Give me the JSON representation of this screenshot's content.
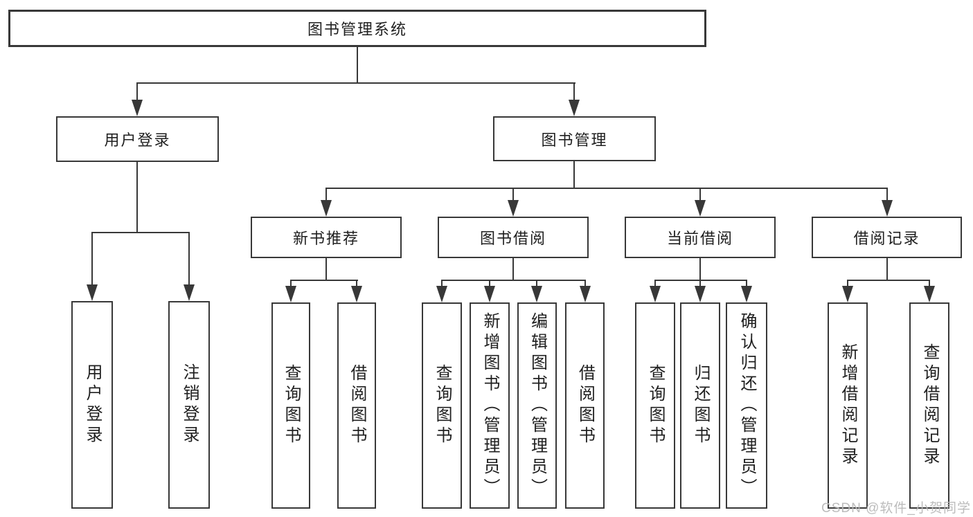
{
  "diagram": {
    "root": {
      "label": "图书管理系统"
    },
    "user_login": {
      "label": "用户登录",
      "children": [
        {
          "label": "用户登录"
        },
        {
          "label": "注销登录"
        }
      ]
    },
    "book_mgmt": {
      "label": "图书管理",
      "sections": [
        {
          "label": "新书推荐",
          "children": [
            {
              "label": "查询图书"
            },
            {
              "label": "借阅图书"
            }
          ]
        },
        {
          "label": "图书借阅",
          "children": [
            {
              "label": "查询图书"
            },
            {
              "label": "新增图书（管理员）"
            },
            {
              "label": "编辑图书（管理员）"
            },
            {
              "label": "借阅图书"
            }
          ]
        },
        {
          "label": "当前借阅",
          "children": [
            {
              "label": "查询图书"
            },
            {
              "label": "归还图书"
            },
            {
              "label": "确认归还（管理员）"
            }
          ]
        },
        {
          "label": "借阅记录",
          "children": [
            {
              "label": "新增借阅记录"
            },
            {
              "label": "查询借阅记录"
            }
          ]
        }
      ]
    },
    "watermark": "CSDN @软件_小贺同学",
    "colors": {
      "line": "#383838",
      "text": "#1f1f1f",
      "background": "#ffffff",
      "watermark": "#b9b9b9"
    }
  }
}
